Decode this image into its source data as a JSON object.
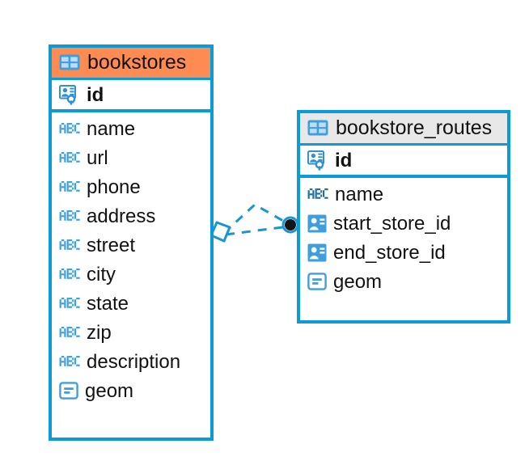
{
  "diagram": {
    "type": "entity-relationship-diagram",
    "background": "#ffffff",
    "accent_color": "#0d9bd7",
    "highlight_color": "#fd8b52",
    "header_plain_color": "#e8e8e8"
  },
  "entities": [
    {
      "name": "bookstores",
      "header_style": "accent",
      "table_icon": "table-grid-icon",
      "primary_key": {
        "label": "id",
        "icon": "primary-key-icon"
      },
      "fields": [
        {
          "label": "name",
          "icon": "text-abc-icon"
        },
        {
          "label": "url",
          "icon": "text-abc-icon"
        },
        {
          "label": "phone",
          "icon": "text-abc-icon"
        },
        {
          "label": "address",
          "icon": "text-abc-icon"
        },
        {
          "label": "street",
          "icon": "text-abc-icon"
        },
        {
          "label": "city",
          "icon": "text-abc-icon"
        },
        {
          "label": "state",
          "icon": "text-abc-icon"
        },
        {
          "label": "zip",
          "icon": "text-abc-icon"
        },
        {
          "label": "description",
          "icon": "text-abc-icon"
        },
        {
          "label": "geom",
          "icon": "geometry-icon"
        }
      ]
    },
    {
      "name": "bookstore_routes",
      "header_style": "plain",
      "table_icon": "table-grid-icon",
      "primary_key": {
        "label": "id",
        "icon": "primary-key-icon"
      },
      "fields": [
        {
          "label": "name",
          "icon": "text-abc-icon"
        },
        {
          "label": "start_store_id",
          "icon": "foreign-key-icon"
        },
        {
          "label": "end_store_id",
          "icon": "foreign-key-icon"
        },
        {
          "label": "geom",
          "icon": "geometry-icon"
        }
      ]
    }
  ],
  "relationships": [
    {
      "from": "bookstores",
      "to": "bookstore_routes",
      "from_marker": "rhombus",
      "to_marker": "filled-circle",
      "line_style": "dashed"
    },
    {
      "from": "bookstores",
      "to": "bookstore_routes",
      "from_marker": "rhombus",
      "to_marker": "filled-circle",
      "line_style": "dashed"
    }
  ]
}
